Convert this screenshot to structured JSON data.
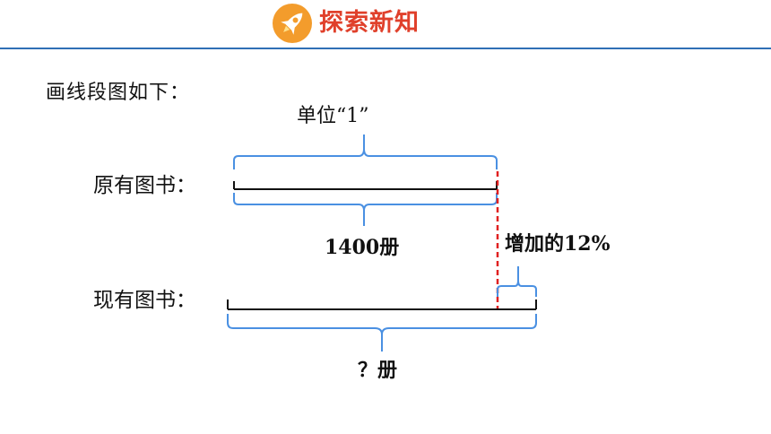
{
  "header": {
    "title": "探索新知",
    "icon": "rocket-icon",
    "accent_color": "#e0402b",
    "rule_color": "#2f6fb5",
    "badge_color": "#f39c2c"
  },
  "diagram": {
    "intro": "画线段图如下：",
    "unit_label": "单位“1”",
    "original": {
      "label": "原有图书：",
      "count_label": "1400册"
    },
    "increase_label": "增加的12%",
    "current": {
      "label": "现有图书：",
      "unknown_label": "？册"
    },
    "brace_color": "#4a90e2",
    "dashed_color": "#e02020"
  }
}
